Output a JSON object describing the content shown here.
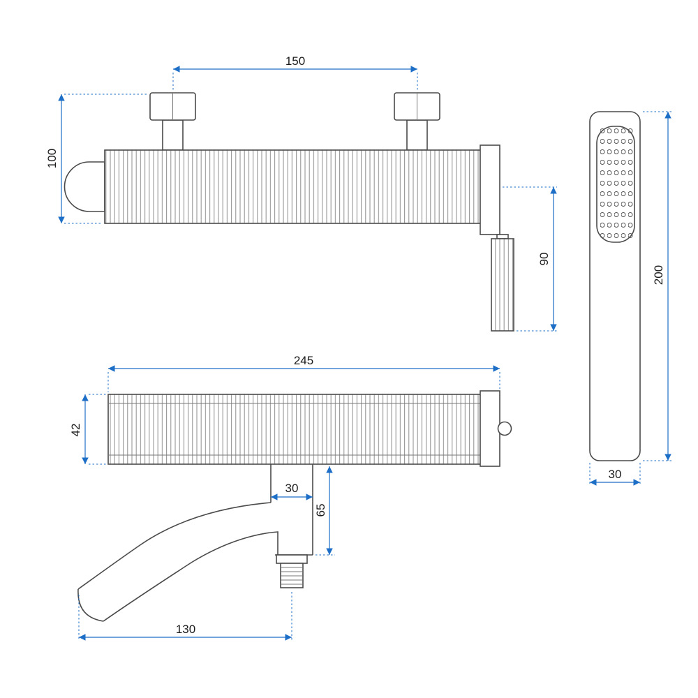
{
  "drawing": {
    "colors": {
      "dimension_line": "#1d6ec6",
      "outline": "#4a4a4a"
    },
    "dimensions": {
      "nut_spacing": "150",
      "body_height": "100",
      "handle_length": "90",
      "shower_length": "200",
      "shower_width": "30",
      "body_length": "245",
      "body_depth": "42",
      "spout_neck_width": "30",
      "spout_height": "65",
      "spout_reach": "130"
    }
  }
}
